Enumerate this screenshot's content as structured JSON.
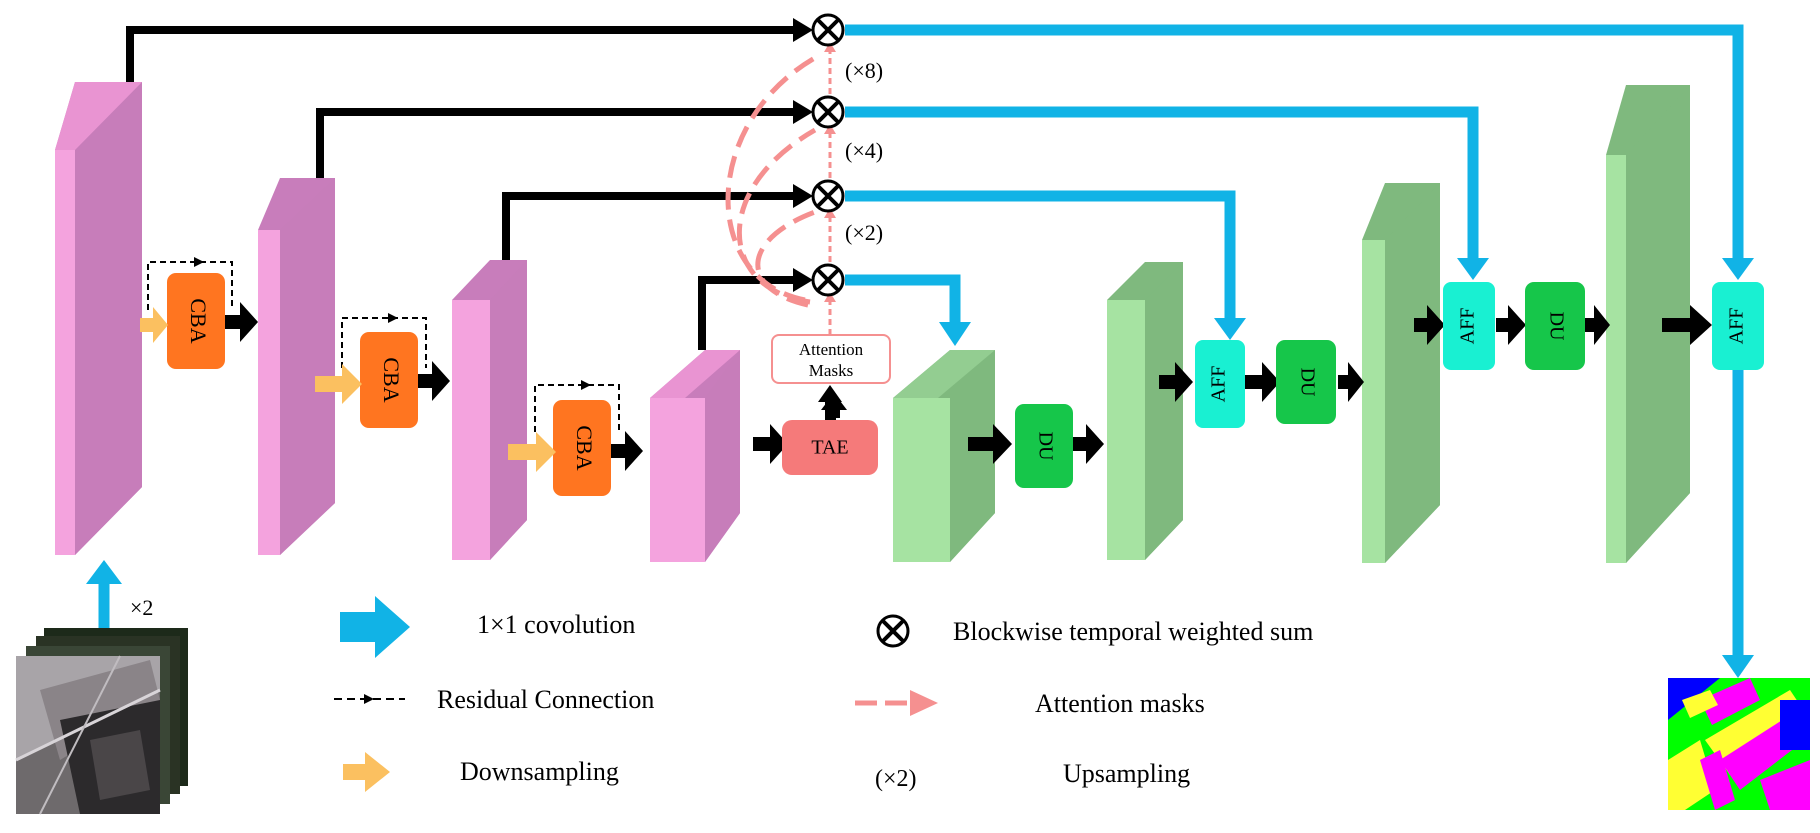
{
  "blocks": {
    "cba": "CBA",
    "du": "DU",
    "aff": "AFF",
    "tae": "TAE",
    "attention_masks": "Attention Masks"
  },
  "input": {
    "multiplier": "×2"
  },
  "upsample_labels": [
    "(×8)",
    "(×4)",
    "(×2)"
  ],
  "legend": {
    "conv": "1×1 covolution",
    "residual": "Residual Connection",
    "downsampling": "Downsampling",
    "weighted_sum": "Blockwise temporal weighted sum",
    "attention_masks": "Attention masks",
    "upsampling_symbol": "(×2)",
    "upsampling": "Upsampling"
  },
  "colors": {
    "encoder_front": "#f4a3de",
    "encoder_side": "#c87dbb",
    "decoder_front": "#a6e3a2",
    "decoder_side": "#7fb97e",
    "cba": "#ff7520",
    "du": "#16c64a",
    "aff": "#19f0d2",
    "tae": "#f57a7a",
    "conv_arrow": "#11b3e6",
    "attention_arrow": "#f59090",
    "downsampling_arrow": "#fbc060"
  }
}
